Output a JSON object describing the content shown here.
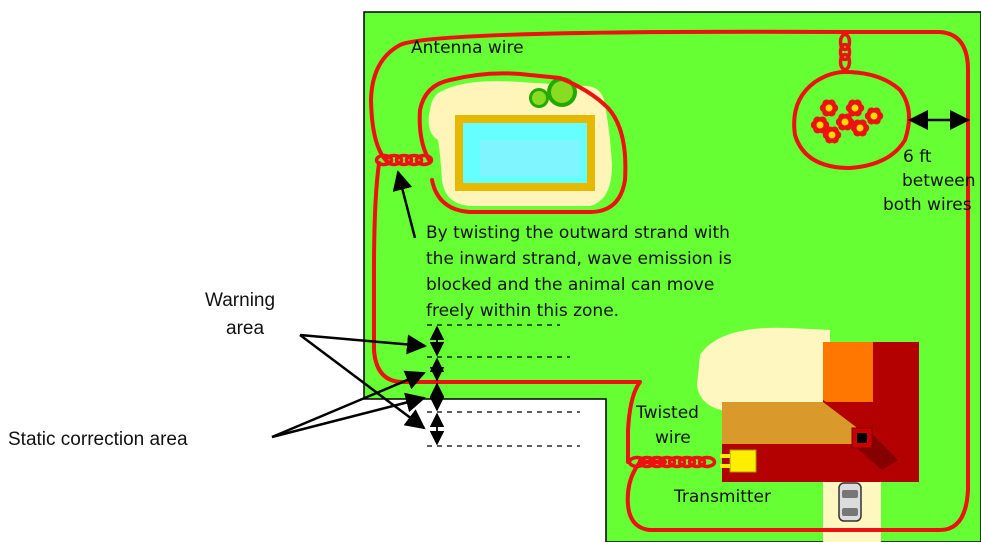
{
  "labels": {
    "antenna_wire": "Antenna wire",
    "distance_line1": "6 ft",
    "distance_line2": "between",
    "distance_line3": "both wires",
    "note_line1": "By twisting the outward strand with",
    "note_line2": "the inward strand, wave emission is",
    "note_line3": "blocked and the animal can move",
    "note_line4": "freely within this zone.",
    "warning_line1": "Warning",
    "warning_line2": "area",
    "static_correction": "Static correction area",
    "twisted_line1": "Twisted",
    "twisted_line2": "wire",
    "transmitter": "Transmitter"
  },
  "colors": {
    "lawn": "#66ff33",
    "wire": "#ee1111",
    "pool_deck": "#fff5b8",
    "pool_water": "#66ffff",
    "pool_border": "#e6b800",
    "roof_dark": "#b30000",
    "roof_orange": "#ff7700",
    "roof_tan": "#d99a2b",
    "patio": "#fff6c0"
  },
  "icons": [
    "shrub-icon",
    "flower-icon",
    "car-icon",
    "chimney-icon",
    "transmitter-box-icon"
  ]
}
